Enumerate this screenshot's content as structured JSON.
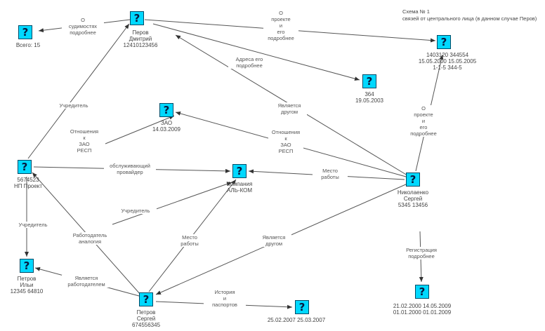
{
  "legend": {
    "line1": "Схема № 1",
    "line2": "связей от центрального лица (в данном случае Перов)"
  },
  "nodes": [
    {
      "id": "vsego",
      "label": "Всего: 15",
      "icon": "question-icon"
    },
    {
      "id": "perov",
      "label": "Перов\nДмитрий\n12410123456",
      "icon": "question-icon"
    },
    {
      "id": "top_right",
      "label": "1403120 344554\n15.05.2000 15.05.2005\n1-1-5 344-5",
      "icon": "question-icon"
    },
    {
      "id": "mid_top",
      "label": "364\n19.05.2003",
      "icon": "question-icon"
    },
    {
      "id": "zao",
      "label": "ЗАО\n14.03.2009",
      "icon": "question-icon"
    },
    {
      "id": "left_org",
      "label": "5674523\nНП Проект",
      "icon": "question-icon"
    },
    {
      "id": "center_org",
      "label": "Компания\nАЛЬ-КОМ",
      "icon": "question-icon"
    },
    {
      "id": "right_person",
      "label": "Николаенко\nСергей\n5345 13456",
      "icon": "question-icon"
    },
    {
      "id": "left_bottom",
      "label": "Петров\nИльи\n12345 64810",
      "icon": "question-icon"
    },
    {
      "id": "bottom_person",
      "label": "Петров\nСергей\n674556345",
      "icon": "question-icon"
    },
    {
      "id": "bottom_mid",
      "label": "25.02.2007 25.03.2007",
      "icon": "question-icon"
    },
    {
      "id": "bottom_right",
      "label": "21.02.2000 14.05.2009\n01.01.2000 01.01.2009",
      "icon": "question-icon"
    }
  ],
  "edges": [
    {
      "id": "e1",
      "label": "О\nсудимостях\nподробнее"
    },
    {
      "id": "e2",
      "label": "О\nпроекте\nи\nего\nподробнее"
    },
    {
      "id": "e3",
      "label": "Адреса его\nподробнее"
    },
    {
      "id": "e4",
      "label": "Является\nдругом"
    },
    {
      "id": "e5",
      "label": "Учредитель"
    },
    {
      "id": "e6",
      "label": "Отношения\nк\nЗАО\nРЕСП"
    },
    {
      "id": "e7",
      "label": "Отношения\nк\nЗАО\nРЕСП"
    },
    {
      "id": "e8",
      "label": "О\nпроекте\nи\nего\nподробнее"
    },
    {
      "id": "e9",
      "label": "обслуживающий\nпровайдер"
    },
    {
      "id": "e10",
      "label": "Место\nработы"
    },
    {
      "id": "e11",
      "label": "Учредитель"
    },
    {
      "id": "e12",
      "label": "Учредитель"
    },
    {
      "id": "e13",
      "label": "Работодатель\nаналогия"
    },
    {
      "id": "e14",
      "label": "Место\nработы"
    },
    {
      "id": "e15",
      "label": "Является\nдругом"
    },
    {
      "id": "e16",
      "label": "Является\nработодателем"
    },
    {
      "id": "e17",
      "label": "История\nи\nпаспортов"
    },
    {
      "id": "e18",
      "label": "Регистрация\nподробнее"
    }
  ]
}
